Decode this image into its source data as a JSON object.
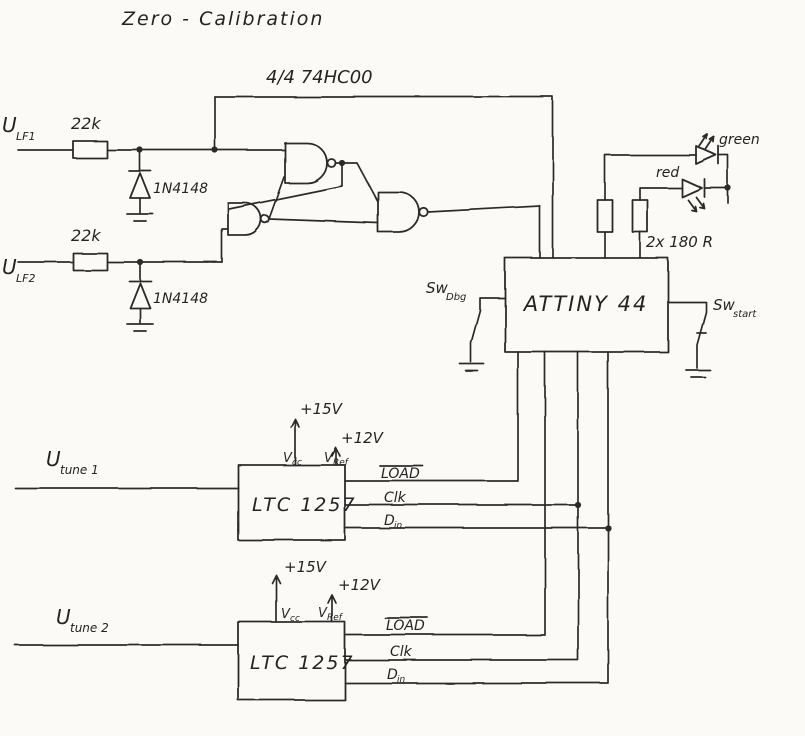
{
  "style": {
    "ink": "#2b2b2b",
    "paper": "#fbfaf7"
  },
  "title": "Zero - Calibration",
  "logic": {
    "chip_label": "4/4 74HC00"
  },
  "inputs": {
    "lf1": {
      "sym": "U",
      "sub": "LF1",
      "resistor": "22k",
      "diode": "1N4148"
    },
    "lf2": {
      "sym": "U",
      "sub": "LF2",
      "resistor": "22k",
      "diode": "1N4148"
    }
  },
  "mcu": {
    "label": "ATTINY 44"
  },
  "indicators": {
    "green_label": "green",
    "red_label": "red",
    "resistor_label": "2x 180 R"
  },
  "switches": {
    "dbg": {
      "sym": "Sw",
      "sub": "Dbg"
    },
    "start": {
      "sym": "Sw",
      "sub": "start"
    }
  },
  "dac1": {
    "chip": "LTC 1257",
    "v15": "+15V",
    "v12": "+12V",
    "vcc_sym": "V",
    "vcc_sub": "cc",
    "vref_sym": "V",
    "vref_sub": "Ref",
    "load": "LOAD",
    "clk": "Clk",
    "din_sym": "D",
    "din_sub": "in",
    "tune_sym": "U",
    "tune_sub": "tune 1"
  },
  "dac2": {
    "chip": "LTC 1257",
    "v15": "+15V",
    "v12": "+12V",
    "vcc_sym": "V",
    "vcc_sub": "cc",
    "vref_sym": "V",
    "vref_sub": "Ref",
    "load": "LOAD",
    "clk": "Clk",
    "din_sym": "D",
    "din_sub": "in",
    "tune_sym": "U",
    "tune_sub": "tune 2"
  }
}
